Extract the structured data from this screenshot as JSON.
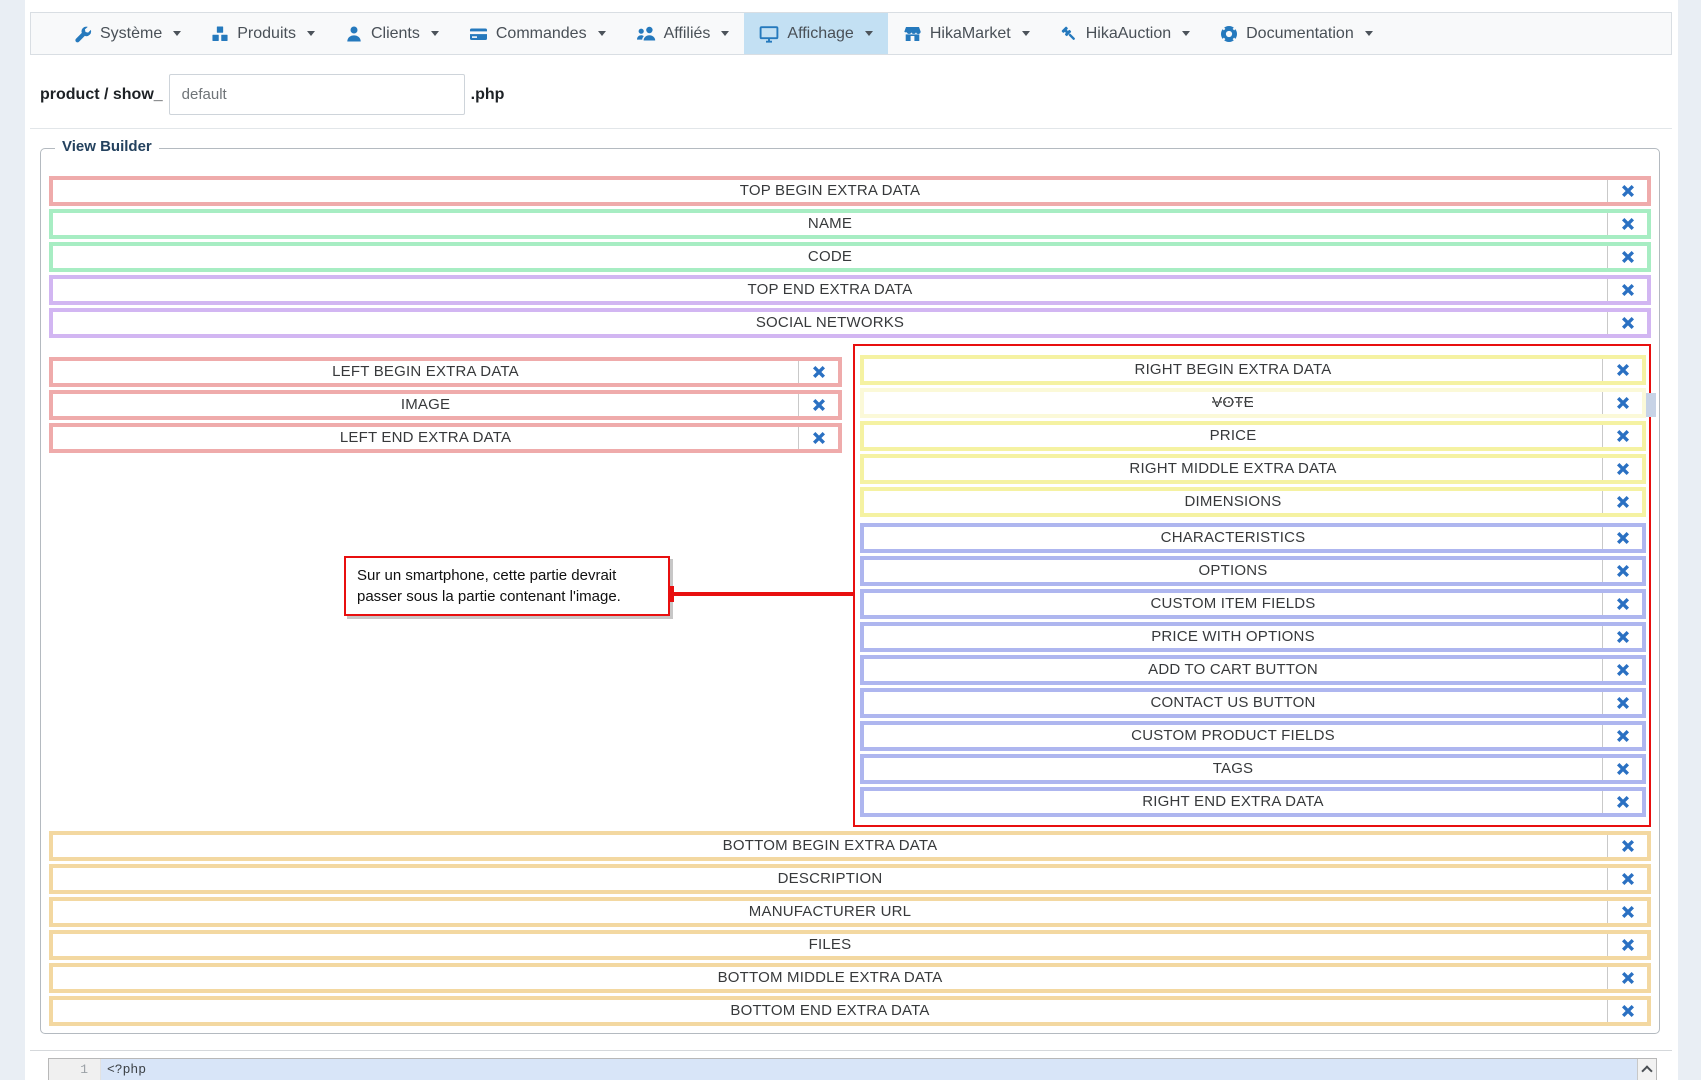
{
  "navbar": {
    "items": [
      {
        "label": "Système",
        "icon": "wrench-icon",
        "active": false
      },
      {
        "label": "Produits",
        "icon": "cubes-icon",
        "active": false
      },
      {
        "label": "Clients",
        "icon": "user-icon",
        "active": false
      },
      {
        "label": "Commandes",
        "icon": "credit-card-icon",
        "active": false
      },
      {
        "label": "Affiliés",
        "icon": "users-icon",
        "active": false
      },
      {
        "label": "Affichage",
        "icon": "desktop-icon",
        "active": true
      },
      {
        "label": "HikaMarket",
        "icon": "store-icon",
        "active": false
      },
      {
        "label": "HikaAuction",
        "icon": "gavel-icon",
        "active": false
      },
      {
        "label": "Documentation",
        "icon": "life-ring-icon",
        "active": false
      }
    ]
  },
  "path_bar": {
    "prefix": "product / show_",
    "value": "default",
    "suffix": ".php"
  },
  "view_builder": {
    "legend": "View Builder",
    "palette": {
      "pink": "#efabab",
      "green": "#a7edc3",
      "purple": "#d2b6f2",
      "yellow": "#f5f2a2",
      "blue": "#aeb6ef",
      "orange": "#f3d8a1",
      "close_blue": "#2a70c2",
      "red": "#e80f0f"
    },
    "top_rows": [
      {
        "label": "TOP BEGIN EXTRA DATA",
        "color": "pink"
      },
      {
        "label": "NAME",
        "color": "green"
      },
      {
        "label": "CODE",
        "color": "green"
      },
      {
        "label": "TOP END EXTRA DATA",
        "color": "purple"
      },
      {
        "label": "SOCIAL NETWORKS",
        "color": "purple"
      }
    ],
    "left_rows": [
      {
        "label": "LEFT BEGIN EXTRA DATA",
        "color": "pink"
      },
      {
        "label": "IMAGE",
        "color": "pink"
      },
      {
        "label": "LEFT END EXTRA DATA",
        "color": "pink"
      }
    ],
    "right_rows_yellow": [
      {
        "label": "RIGHT BEGIN EXTRA DATA",
        "color": "yellow"
      },
      {
        "label": "VOTE",
        "color": "yellow",
        "ghost": true
      },
      {
        "label": "PRICE",
        "color": "yellow"
      },
      {
        "label": "RIGHT MIDDLE EXTRA DATA",
        "color": "yellow"
      },
      {
        "label": "DIMENSIONS",
        "color": "yellow"
      }
    ],
    "right_rows_blue": [
      {
        "label": "CHARACTERISTICS",
        "color": "blue"
      },
      {
        "label": "OPTIONS",
        "color": "blue"
      },
      {
        "label": "CUSTOM ITEM FIELDS",
        "color": "blue"
      },
      {
        "label": "PRICE WITH OPTIONS",
        "color": "blue"
      },
      {
        "label": "ADD TO CART BUTTON",
        "color": "blue"
      },
      {
        "label": "CONTACT US BUTTON",
        "color": "blue"
      },
      {
        "label": "CUSTOM PRODUCT FIELDS",
        "color": "blue"
      },
      {
        "label": "TAGS",
        "color": "blue"
      },
      {
        "label": "RIGHT END EXTRA DATA",
        "color": "blue"
      }
    ],
    "bottom_rows": [
      {
        "label": "BOTTOM BEGIN EXTRA DATA",
        "color": "orange"
      },
      {
        "label": "DESCRIPTION",
        "color": "orange"
      },
      {
        "label": "MANUFACTURER URL",
        "color": "orange"
      },
      {
        "label": "FILES",
        "color": "orange"
      },
      {
        "label": "BOTTOM MIDDLE EXTRA DATA",
        "color": "orange"
      },
      {
        "label": "BOTTOM END EXTRA DATA",
        "color": "orange"
      }
    ],
    "annotation": {
      "text": "Sur un smartphone, cette partie devrait passer sous la partie contenant l'image."
    }
  },
  "editor": {
    "line_number": "1",
    "code": "<?php"
  }
}
